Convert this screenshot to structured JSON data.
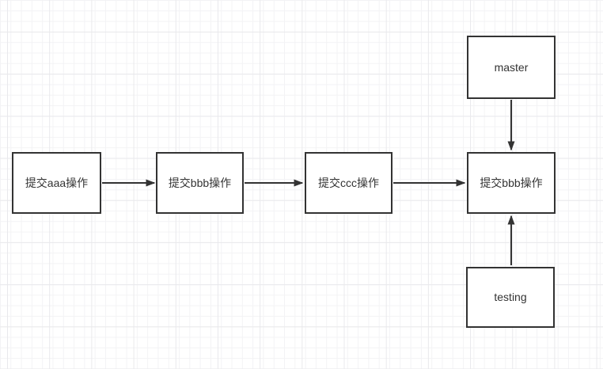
{
  "diagram": {
    "nodes": [
      {
        "id": "commit-aaa",
        "label": "提交aaa操作"
      },
      {
        "id": "commit-bbb-1",
        "label": "提交bbb操作"
      },
      {
        "id": "commit-ccc",
        "label": "提交ccc操作"
      },
      {
        "id": "commit-bbb-2",
        "label": "提交bbb操作"
      },
      {
        "id": "master",
        "label": "master"
      },
      {
        "id": "testing",
        "label": "testing"
      }
    ],
    "connections": [
      {
        "from": "commit-aaa",
        "to": "commit-bbb-2_chain",
        "description": "commit-aaa -> commit-bbb-1"
      },
      {
        "from": "commit-bbb-1",
        "to": "commit-ccc",
        "description": "commit-bbb-1 -> commit-ccc"
      },
      {
        "from": "commit-ccc",
        "to": "commit-bbb-2",
        "description": "commit-ccc -> commit-bbb-2"
      },
      {
        "from": "master",
        "to": "commit-bbb-2",
        "description": "master -> commit-bbb-2"
      },
      {
        "from": "testing",
        "to": "commit-bbb-2",
        "description": "testing -> commit-bbb-2"
      }
    ],
    "colors": {
      "stroke": "#333333",
      "node_fill": "#ffffff",
      "text": "#333333",
      "grid_minor": "#f3f3f5",
      "grid_major": "#e9e9ec",
      "canvas_bg": "#ffffff"
    }
  }
}
